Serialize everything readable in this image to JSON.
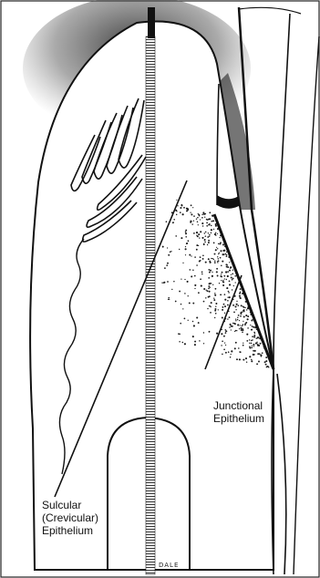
{
  "labels": {
    "sulcular_line1": "Sulcular",
    "sulcular_line2": "(Crevicular)",
    "sulcular_line3": "Epithelium",
    "junctional_line1": "Junctional",
    "junctional_line2": "Epithelium"
  },
  "signature": "DALE",
  "colors": {
    "line": "#111111",
    "stipple": "#1a1a1a",
    "shadow": "#2b2b2b",
    "background": "#ffffff"
  }
}
